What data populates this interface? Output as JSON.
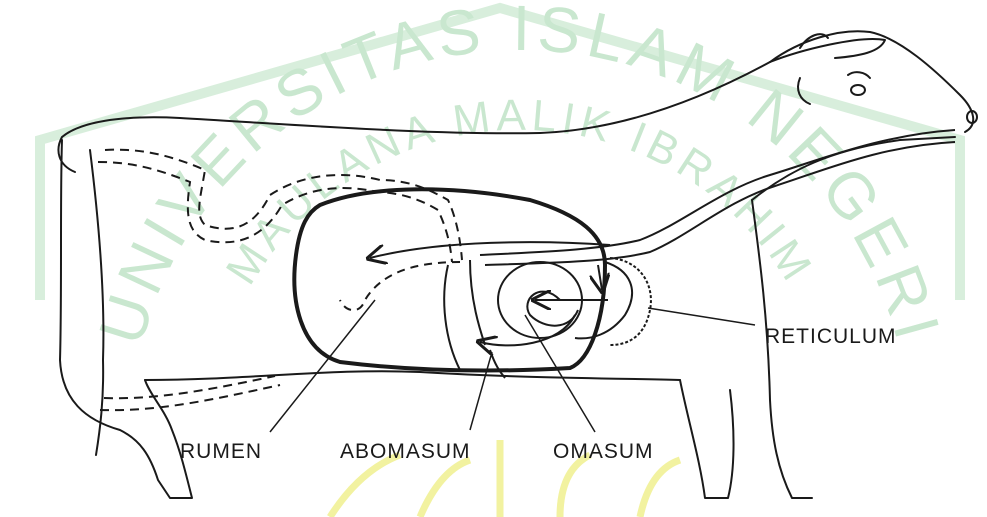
{
  "labels": {
    "rumen": "RUMEN",
    "abomasum": "ABOMASUM",
    "omasum": "OMASUM",
    "reticulum": "RETICULUM"
  },
  "watermark": {
    "outer_text": "UNIVERSITAS ISLAM NEGERI",
    "inner_text": "MAULANA MALIK IBRAHIM",
    "color": "#c9e7cf"
  },
  "colors": {
    "line": "#1a1a1a",
    "background": "#ffffff"
  }
}
